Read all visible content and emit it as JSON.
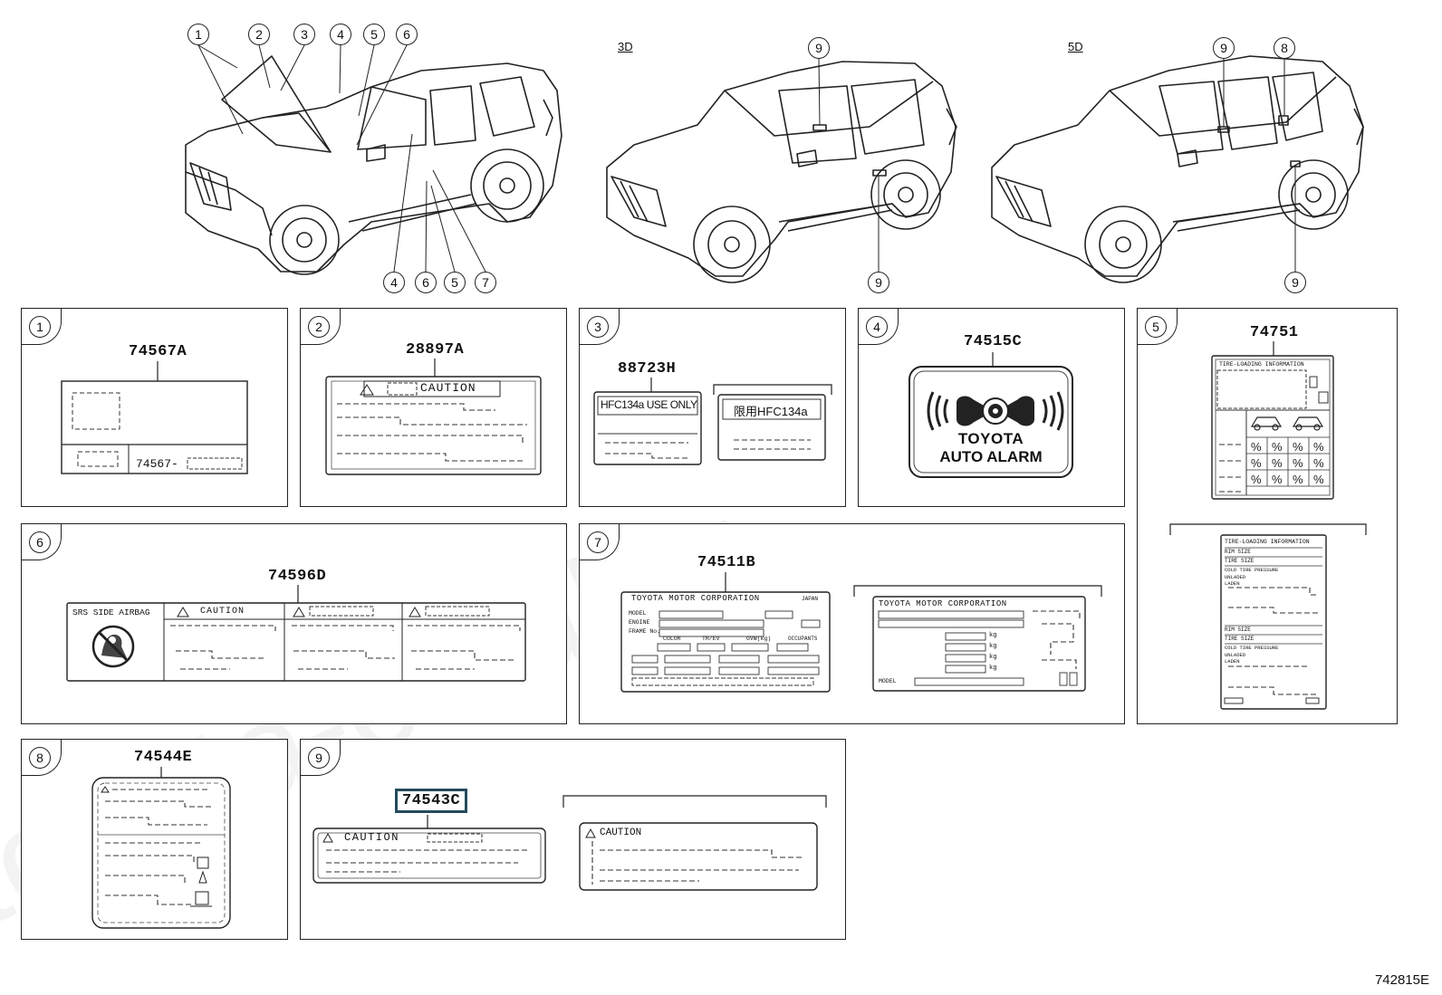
{
  "diagram_ref": "742815E",
  "watermark": "toyota-catalog",
  "variants": {
    "v3d": "3D",
    "v5d": "5D"
  },
  "callouts": {
    "top_left": [
      "1",
      "2",
      "3",
      "4",
      "5",
      "6"
    ],
    "bottom_left": [
      "4",
      "6",
      "5",
      "7"
    ],
    "mid_top": "9",
    "mid_bottom": "9",
    "right_top_a": "9",
    "right_top_b": "8",
    "right_bottom": "9"
  },
  "panels": [
    {
      "num": "1",
      "code": "74567A",
      "box_text": "74567-"
    },
    {
      "num": "2",
      "code": "28897A",
      "header": "CAUTION"
    },
    {
      "num": "3",
      "code": "88723H",
      "left_title": "HFC134a USE ONLY",
      "right_title": "限用HFC134a"
    },
    {
      "num": "4",
      "code": "74515C",
      "line1": "TOYOTA",
      "line2": "AUTO ALARM"
    },
    {
      "num": "5",
      "code": "74751",
      "top_title": "TIRE-LOADING INFORMATION",
      "bottom_title": "TIRE-LOADING INFORMATION",
      "rows": [
        "RIM SIZE",
        "TIRE SIZE",
        "COLD TIRE PRESSURE",
        "UNLADED",
        "LADEN",
        "RIM SIZE",
        "TIRE SIZE",
        "COLD TIRE PRESSURE",
        "UNLADED",
        "LADEN"
      ]
    },
    {
      "num": "6",
      "code": "74596D",
      "srs": "SRS SIDE AIRBAG",
      "caution": "CAUTION"
    },
    {
      "num": "7",
      "code": "74511B",
      "corp": "TOYOTA MOTOR CORPORATION",
      "japan": "JAPAN",
      "fields": [
        "MODEL",
        "ENGINE",
        "FRAME No."
      ],
      "cols": [
        "COLOR",
        "TR/EV",
        "GVW(kg)",
        "OCCUPANTS"
      ],
      "right_corp": "TOYOTA MOTOR CORPORATION",
      "right_model": "MODEL",
      "kg": "kg"
    },
    {
      "num": "8",
      "code": "74544E"
    },
    {
      "num": "9",
      "code": "74543C",
      "caution_left": "CAUTION",
      "caution_right": "CAUTION"
    }
  ]
}
